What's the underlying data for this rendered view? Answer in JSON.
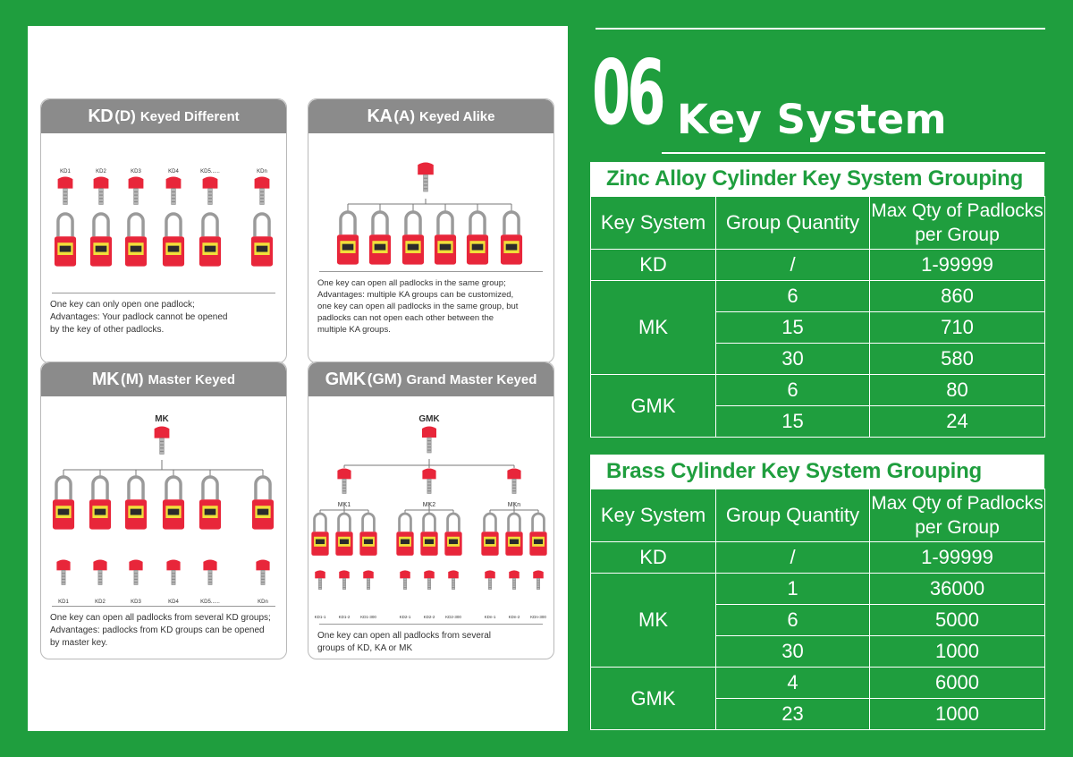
{
  "section_number": "06",
  "section_title": "Key System",
  "cards": {
    "kd": {
      "abbr": "KD",
      "letter": "(D)",
      "name": "Keyed Different",
      "labels": [
        "KD1",
        "KD2",
        "KD3",
        "KD4",
        "KD5......",
        "KDn"
      ],
      "description": "One key can only open one padlock;\nAdvantages: Your padlock cannot be opened\nby the key of other padlocks."
    },
    "ka": {
      "abbr": "KA",
      "letter": "(A)",
      "name": "Keyed Alike",
      "description": "One key can open all padlocks in the same group;\nAdvantages: multiple KA groups can be customized,\none key can open all padlocks in the same group, but\npadlocks can not open each other between the\nmultiple KA groups."
    },
    "mk": {
      "abbr": "MK",
      "letter": "(M)",
      "name": "Master Keyed",
      "top_label": "MK",
      "labels": [
        "KD1",
        "KD2",
        "KD3",
        "KD4",
        "KD5......",
        "KDn"
      ],
      "description": "One key can open all padlocks from several KD groups;\nAdvantages: padlocks from KD groups can be opened\nby master key."
    },
    "gmk": {
      "abbr": "GMK",
      "letter": "(GM)",
      "name": "Grand Master Keyed",
      "top_label": "GMK",
      "group_labels": [
        "MK1",
        "MK2",
        "MKn"
      ],
      "key_labels": [
        "KD1-1",
        "KD1-2",
        "KD1-300",
        "KD2-1",
        "KD2-2",
        "KD2-300",
        "KDn-1",
        "KDn-2",
        "KDn-300"
      ],
      "description": "One key can open all padlocks from several\ngroups of KD, KA or MK"
    }
  },
  "tables": {
    "zinc": {
      "title": "Zinc Alloy Cylinder Key System Grouping",
      "headers": [
        "Key System",
        "Group Quantity",
        "Max Qty of Padlocks per Group"
      ],
      "rows": [
        {
          "system": "KD",
          "group": "/",
          "max": "1-99999"
        },
        {
          "system": "MK",
          "group": "6",
          "max": "860"
        },
        {
          "system": "",
          "group": "15",
          "max": "710"
        },
        {
          "system": "",
          "group": "30",
          "max": "580"
        },
        {
          "system": "GMK",
          "group": "6",
          "max": "80"
        },
        {
          "system": "",
          "group": "15",
          "max": "24"
        }
      ]
    },
    "brass": {
      "title": "Brass Cylinder Key System Grouping",
      "headers": [
        "Key System",
        "Group Quantity",
        "Max Qty of Padlocks per Group"
      ],
      "rows": [
        {
          "system": "KD",
          "group": "/",
          "max": "1-99999"
        },
        {
          "system": "MK",
          "group": "1",
          "max": "36000"
        },
        {
          "system": "",
          "group": "6",
          "max": "5000"
        },
        {
          "system": "",
          "group": "30",
          "max": "1000"
        },
        {
          "system": "GMK",
          "group": "4",
          "max": "6000"
        },
        {
          "system": "",
          "group": "23",
          "max": "1000"
        }
      ]
    }
  },
  "colors": {
    "background": "#1f9e3e",
    "padlock": "#e8263a",
    "card_header": "#8b8b8b"
  }
}
